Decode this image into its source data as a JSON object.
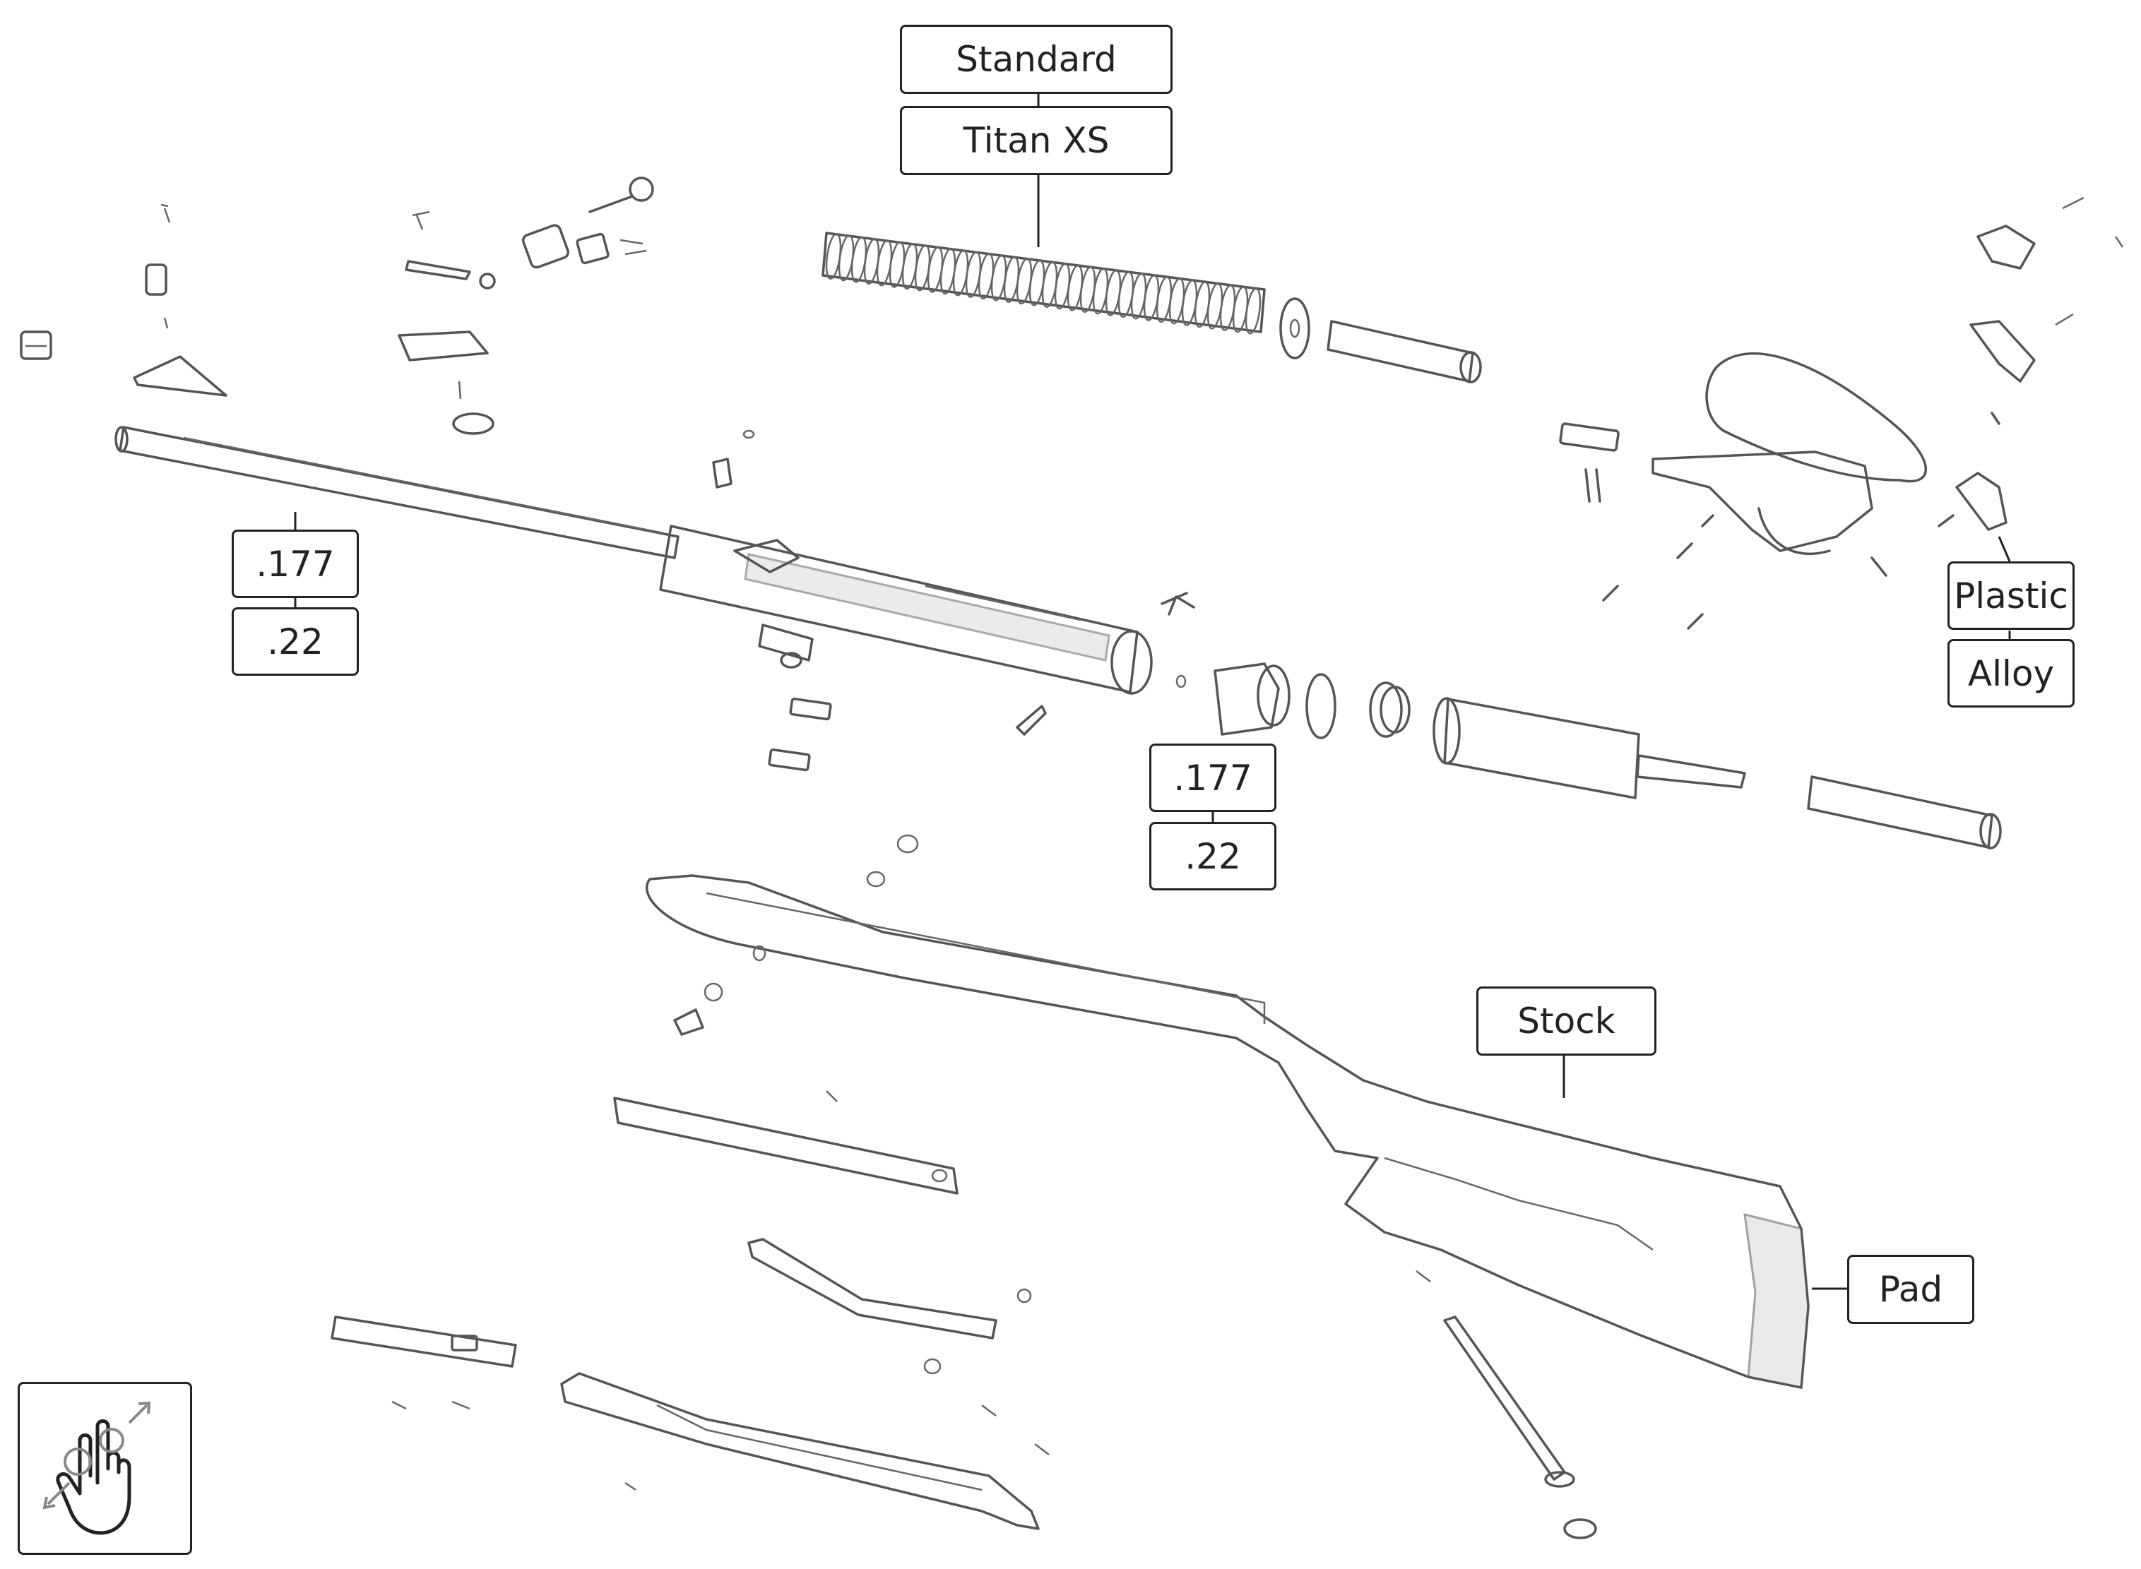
{
  "labels": {
    "mainspring_standard": "Standard",
    "mainspring_titan": "Titan XS",
    "barrel_177": ".177",
    "barrel_22": ".22",
    "transfer_177": ".177",
    "transfer_22": ".22",
    "trigger_plastic": "Plastic",
    "trigger_alloy": "Alloy",
    "stock": "Stock",
    "pad": "Pad"
  },
  "icons": {
    "zoom_hint": "pinch-zoom-gesture-icon"
  },
  "colors": {
    "line_art": "#555555",
    "label_border": "#222222",
    "background": "#ffffff"
  }
}
